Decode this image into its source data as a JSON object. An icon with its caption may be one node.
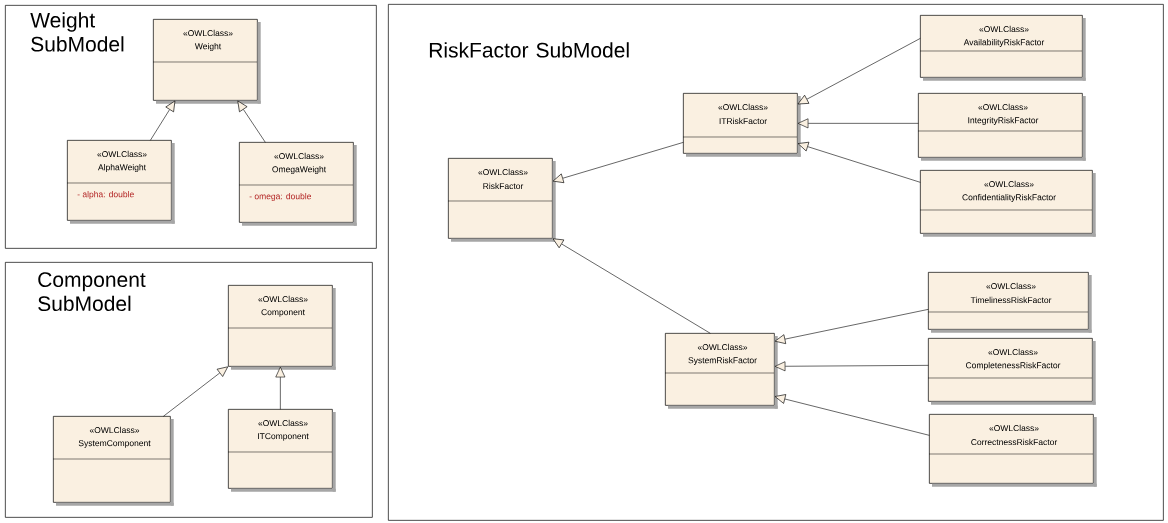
{
  "diagram": {
    "nodes": [
      {
        "text": [
          "Weight SubModel"
        ]
      },
      {
        "text": [
          "«OWLClass»",
          "Weight"
        ],
        "in": 0
      },
      {
        "text": [
          "«OWLClass»",
          "AlphaWeight",
          "- alpha: double"
        ],
        "in": 0
      },
      {
        "text": [
          "«OWLClass»",
          "OmegaWeight",
          "- omega: double"
        ],
        "in": 0
      },
      {
        "text": [
          "Component SubModel"
        ]
      },
      {
        "text": [
          "«OWLClass»",
          "Component"
        ],
        "in": 4
      },
      {
        "text": [
          "«OWLClass»",
          "SystemComponent"
        ],
        "in": 4
      },
      {
        "text": [
          "«OWLClass»",
          "ITComponent"
        ],
        "in": 4
      },
      {
        "text": [
          "RiskFactor SubModel"
        ]
      },
      {
        "text": [
          "«OWLClass»",
          "RiskFactor"
        ],
        "in": 8
      },
      {
        "text": [
          "«OWLClass»",
          "ITRiskFactor"
        ],
        "in": 8
      },
      {
        "text": [
          "«OWLClass»",
          "AvailabilityRiskFactor"
        ],
        "in": 8
      },
      {
        "text": [
          "«OWLClass»",
          "IntegrityRiskFactor"
        ],
        "in": 8
      },
      {
        "text": [
          "«OWLClass»",
          "ConfidentialityRiskFactor"
        ],
        "in": 8
      },
      {
        "text": [
          "«OWLClass»",
          "SystemRiskFactor"
        ],
        "in": 8
      },
      {
        "text": [
          "«OWLClass»",
          "TimelinessRiskFactor"
        ],
        "in": 8
      },
      {
        "text": [
          "«OWLClass»",
          "CompletenessRiskFactor"
        ],
        "in": 8
      },
      {
        "text": [
          "«OWLClass»",
          "CorrectnessRiskFactor"
        ],
        "in": 8
      }
    ],
    "edges": [
      {
        "from": 2,
        "to": 1,
        "arrow": "to"
      },
      {
        "from": 3,
        "to": 1,
        "arrow": "to"
      },
      {
        "from": 6,
        "to": 5,
        "arrow": "to"
      },
      {
        "from": 7,
        "to": 5,
        "arrow": "to"
      },
      {
        "from": 10,
        "to": 9,
        "arrow": "to"
      },
      {
        "from": 14,
        "to": 9,
        "arrow": "to"
      },
      {
        "from": 11,
        "to": 10,
        "arrow": "to"
      },
      {
        "from": 12,
        "to": 10,
        "arrow": "to"
      },
      {
        "from": 13,
        "to": 10,
        "arrow": "to"
      },
      {
        "from": 15,
        "to": 14,
        "arrow": "to"
      },
      {
        "from": 16,
        "to": 14,
        "arrow": "to"
      },
      {
        "from": 17,
        "to": 14,
        "arrow": "to"
      }
    ]
  }
}
